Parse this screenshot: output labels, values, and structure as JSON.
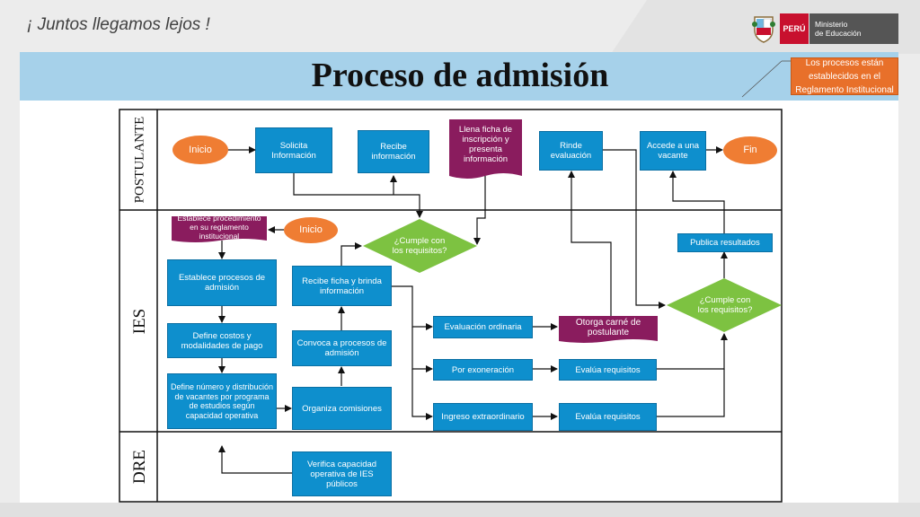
{
  "slogan": "¡ Juntos llegamos lejos !",
  "logo": {
    "country": "PERÚ",
    "ministry_line1": "Ministerio",
    "ministry_line2": "de Educación"
  },
  "title": "Proceso de admisión",
  "note": "Los procesos están establecidos en el Reglamento Institucional",
  "lanes": {
    "postulante": "POSTULANTE",
    "ies": "IES",
    "dre": "DRE"
  },
  "nodes": {
    "inicio_postulante": "Inicio",
    "solicita_informacion": "Solicita Información",
    "recibe_informacion": "Recibe información",
    "llena_ficha": "Llena ficha de inscripción y presenta información",
    "rinde_evaluacion": "Rinde evaluación",
    "accede_vacante": "Accede a una vacante",
    "fin": "Fin",
    "establece_procedimiento": "Establece procedimiento en su reglamento institucional",
    "inicio_ies": "Inicio",
    "cumple_requisitos_1": "¿Cumple con los requisitos?",
    "publica_resultados": "Publica resultados",
    "establece_procesos": "Establece procesos de admisión",
    "recibe_ficha": "Recibe ficha y brinda información",
    "evaluacion_ordinaria": "Evaluación ordinaria",
    "otorga_carne": "Otorga carné de postulante",
    "cumple_requisitos_2": "¿Cumple con los requisitos?",
    "define_costos": "Define costos y modalidades de pago",
    "convoca_procesos": "Convoca a procesos de admisión",
    "por_exoneracion": "Por exoneración",
    "evalua_requisitos_1": "Evalúa requisitos",
    "define_numero": "Define número y distribución de vacantes por programa de estudios según capacidad operativa",
    "organiza_comisiones": "Organiza comisiones",
    "ingreso_extraordinario": "Ingreso extraordinario",
    "evalua_requisitos_2": "Evalúa requisitos",
    "verifica_capacidad": "Verifica capacidad operativa de IES públicos"
  },
  "colors": {
    "process": "#0e8fcd",
    "terminal": "#ef7d33",
    "document": "#8a1c5e",
    "decision": "#7dc241",
    "title_bar": "#a6d1ea",
    "note": "#e8702a"
  }
}
